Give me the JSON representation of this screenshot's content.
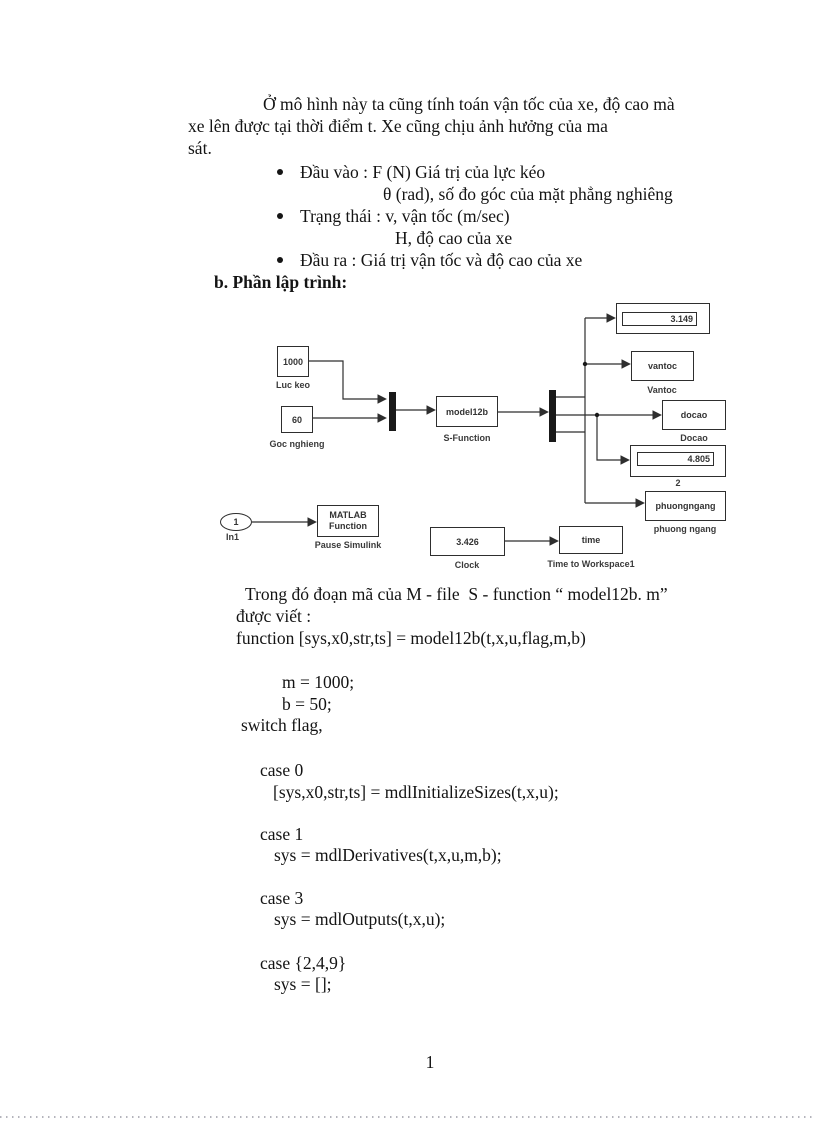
{
  "intro": {
    "p1l1": "Ở mô hình này ta cũng tính toán vận tốc của xe, độ cao mà",
    "p1l2": "xe lên được tại thời điểm t. Xe cũng chịu ảnh hưởng của ma",
    "p1l3": "sát.",
    "bullet1": "Đầu vào : F (N) Giá trị của lực kéo",
    "bullet1b": "θ (rad), số đo góc của mặt phẳng nghiêng",
    "bullet2": "Trạng thái : v, vận tốc (m/sec)",
    "bullet2b": "H, độ cao của xe",
    "bullet3": "Đầu ra : Giá trị vận tốc và độ cao của xe",
    "heading": "b. Phần lập trình:"
  },
  "diagram": {
    "luckeo": {
      "value": "1000",
      "label": "Luc keo"
    },
    "gocnghieng": {
      "value": "60",
      "label": "Goc nghieng"
    },
    "sfunction": {
      "value": "model12b",
      "label": "S-Function"
    },
    "display_vantoc": {
      "value": "3.149"
    },
    "vantoc": {
      "value": "vantoc",
      "label": "Vantoc"
    },
    "docao": {
      "value": "docao",
      "label": "Docao"
    },
    "display_docao": {
      "value": "4.805",
      "label": "2"
    },
    "phuongngang": {
      "value": "phuongngang",
      "label": "phuong ngang"
    },
    "in1": {
      "value": "1",
      "label": "In1"
    },
    "pause": {
      "value_line1": "MATLAB",
      "value_line2": "Function",
      "label": "Pause Simulink"
    },
    "clock": {
      "value": "3.426",
      "label": "Clock"
    },
    "time": {
      "value": "time",
      "label": "Time to Workspace1"
    }
  },
  "code": {
    "intro1": "Trong đó đoạn mã của M - file  S - function “ model12b. m”",
    "intro2": "được viết :",
    "declaration": "function [sys,x0,str,ts] = model12b(t,x,u,flag,m,b)",
    "m_line": "m = 1000;",
    "b_line": "b = 50;",
    "switch_line": "switch flag,",
    "case0": "case 0",
    "case0_body": "[sys,x0,str,ts] = mdlInitializeSizes(t,x,u);",
    "case1": "case 1",
    "case1_body": "sys = mdlDerivatives(t,x,u,m,b);",
    "case3": "case 3",
    "case3_body": "sys = mdlOutputs(t,x,u);",
    "case249": "case {2,4,9}",
    "case249_body": "sys = [];"
  },
  "footer": {
    "page_number": "1"
  }
}
